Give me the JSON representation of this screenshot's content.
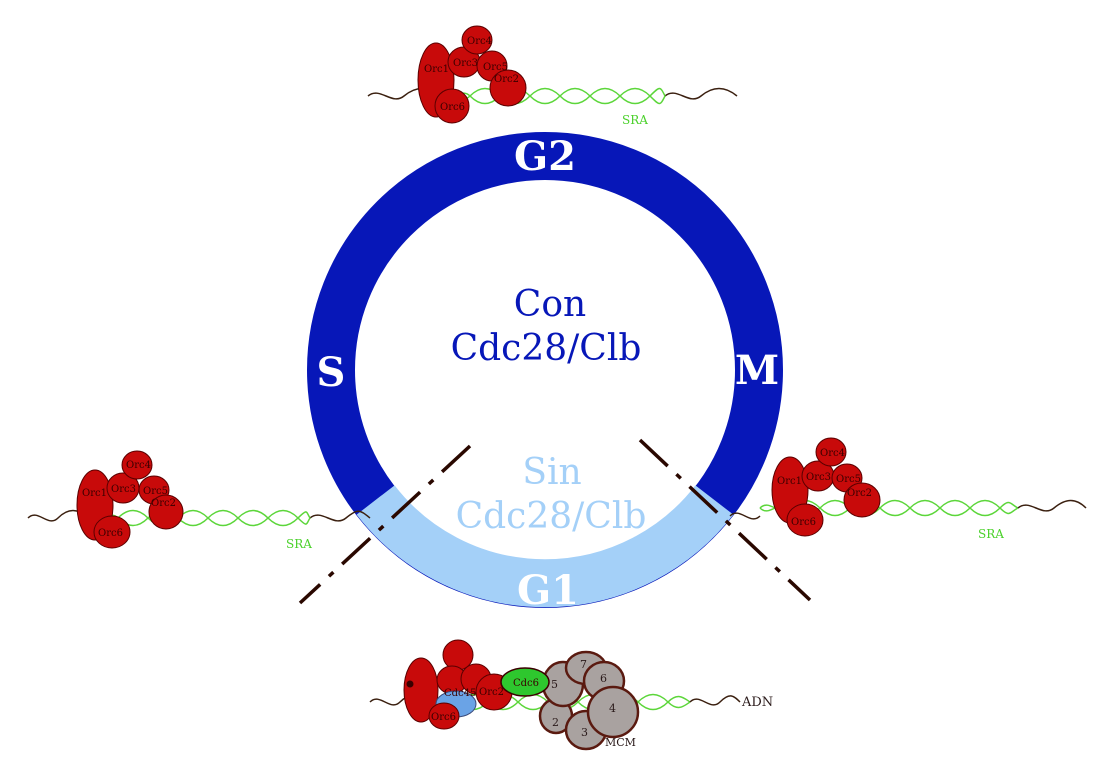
{
  "colors": {
    "cycle_dark": "#0717b8",
    "cycle_light": "#a4d0f8",
    "orc_red": "#c80a0a",
    "orc_outline": "#5a0000",
    "mcm_gray": "#a9a2a0",
    "mcm_outline": "#5a1a10",
    "cdc6_green": "#2ec72e",
    "cdc45_blue": "#6aa3e6",
    "dna_dark": "#3b2010",
    "dna_green": "#5cd63a",
    "sra_green": "#4bd12b",
    "dash": "#2a0800"
  },
  "phases": {
    "g2": "G2",
    "s": "S",
    "m": "M",
    "g1": "G1"
  },
  "center": {
    "with_line1": "Con",
    "with_line2": "Cdc28/Clb",
    "without_line1": "Sin",
    "without_line2": "Cdc28/Clb"
  },
  "orc_labels": {
    "orc1": "Orc1",
    "orc2": "Orc2",
    "orc3": "Orc3",
    "orc4": "Orc4",
    "orc5": "Orc5",
    "orc6": "Orc6"
  },
  "sra_label": "SRA",
  "adn_label": "ADN",
  "mcm_label": "MCM",
  "cdc6_label": "Cdc6",
  "cdc45_label": "Cdc45",
  "mcm_numbers": [
    "2",
    "3",
    "4",
    "5",
    "6",
    "7"
  ]
}
